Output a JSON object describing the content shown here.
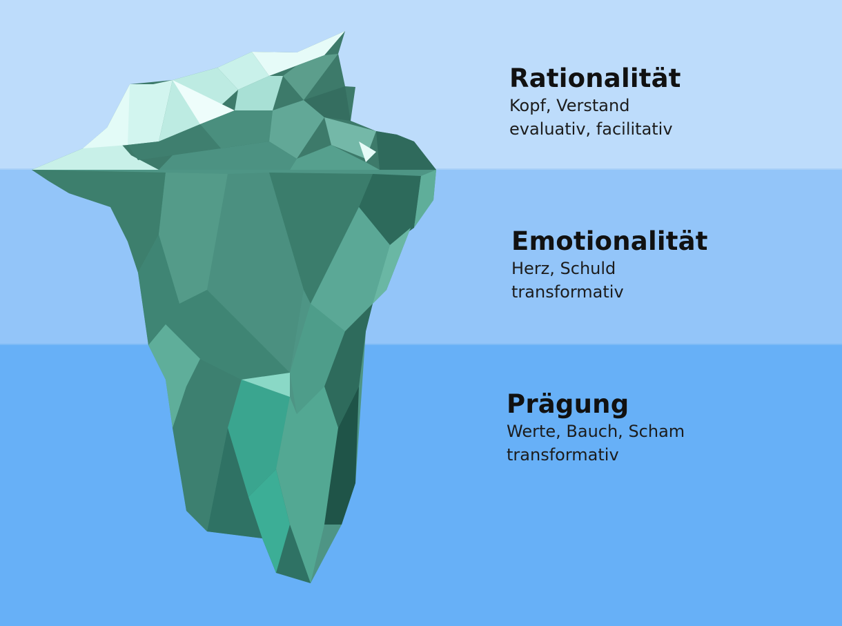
{
  "layers": [
    {
      "key": "rational",
      "title": "Rationalität",
      "lines": [
        "Kopf, Verstand",
        "evaluativ, facilitativ"
      ]
    },
    {
      "key": "emotional",
      "title": "Emotionalität",
      "lines": [
        "Herz, Schuld",
        "transformativ"
      ]
    },
    {
      "key": "praegung",
      "title": "Prägung",
      "lines": [
        "Werte, Bauch, Scham",
        "transformativ"
      ]
    }
  ],
  "colors": {
    "sky": "#bddcfb",
    "water_upper": "#93c5f9",
    "water_lower": "#67b0f7",
    "ice_light": "#e6fbf8",
    "ice_green": "#4e9585",
    "ice_dark": "#2f6e60"
  }
}
